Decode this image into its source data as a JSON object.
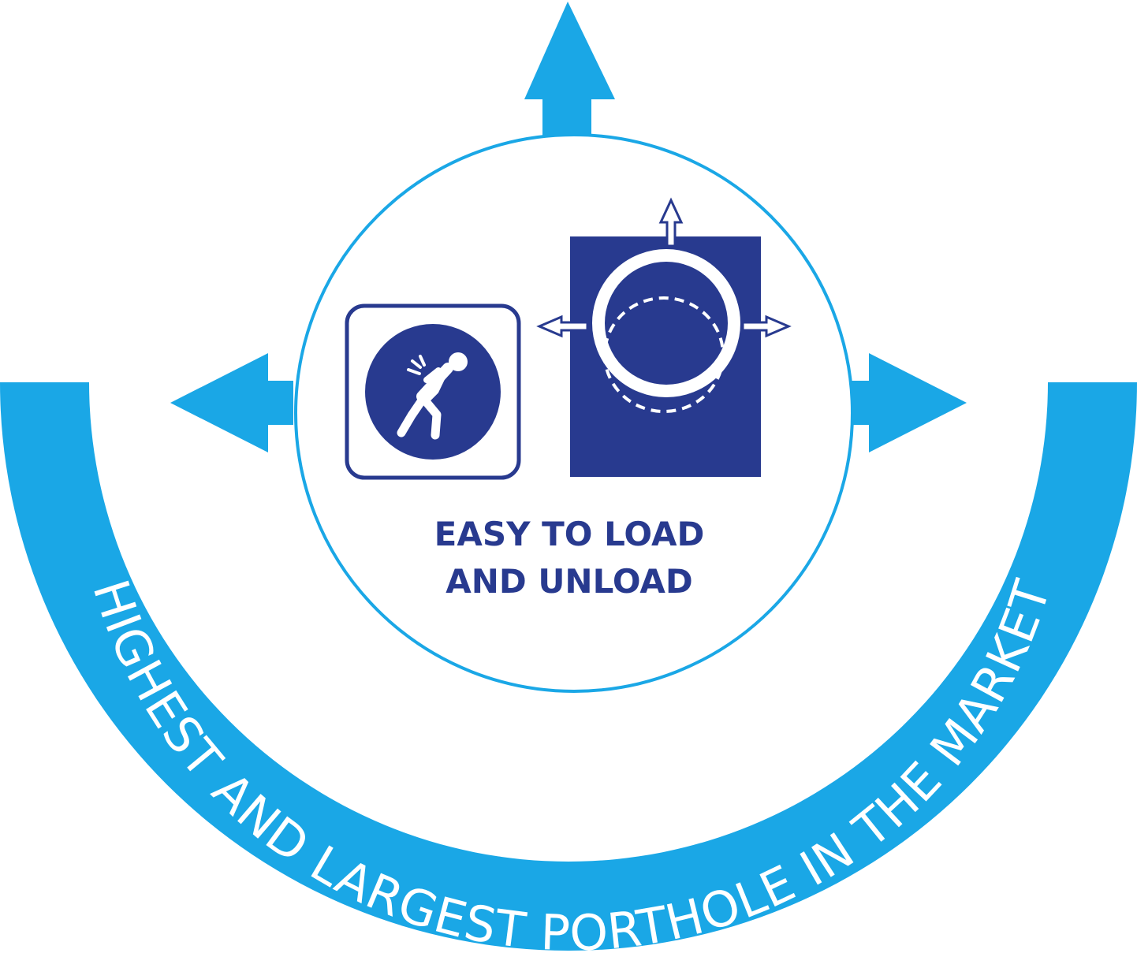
{
  "caption": {
    "line1": "EASY TO LOAD",
    "line2": "AND UNLOAD"
  },
  "arc_banner": {
    "text": "HIGHEST AND LARGEST PORTHOLE IN THE MARKET"
  },
  "icons": {
    "back_pain": "back-pain-person-icon",
    "porthole": "porthole-door-icon",
    "arrows": "expand-arrow-icon"
  },
  "colors": {
    "light_blue": "#1aa7e6",
    "dark_blue": "#283a8f",
    "white": "#ffffff"
  }
}
